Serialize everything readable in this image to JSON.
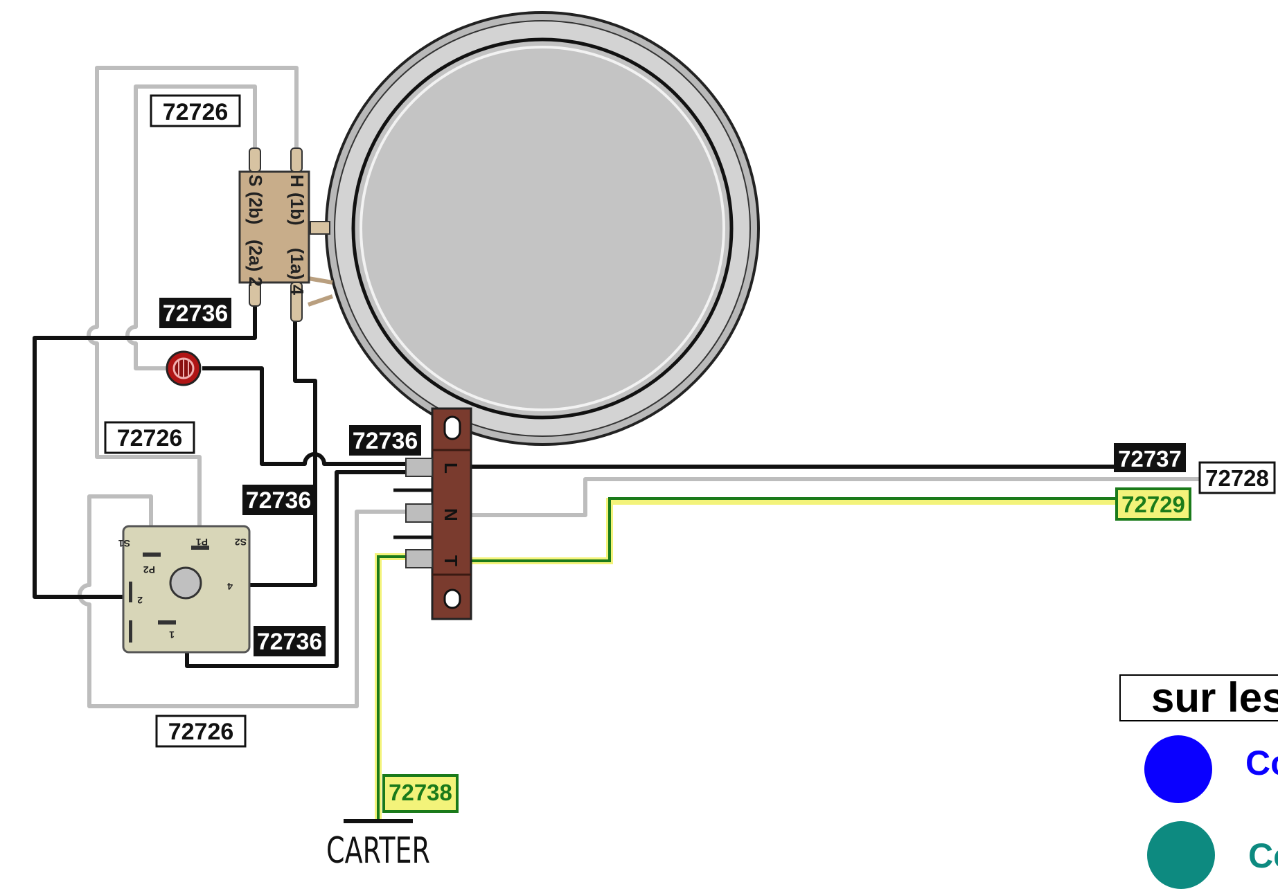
{
  "labels": {
    "ref_72726_top": "72726",
    "ref_72736_top": "72736",
    "ref_72726_mid": "72726",
    "ref_72736_left": "72736",
    "ref_72736_center": "72736",
    "ref_72736_bottom": "72736",
    "ref_72726_bottom": "72726",
    "ref_72737": "72737",
    "ref_72728": "72728",
    "ref_72729": "72729",
    "ref_72738": "72738",
    "carter": "CARTER"
  },
  "thermostat_pins": {
    "h": "H (1b)",
    "s": "S (2b)",
    "a4": "(1a) 4",
    "a2": "(2a) 2"
  },
  "terminal_block": {
    "l": "L",
    "n": "N",
    "t": "T"
  },
  "switch_pins": {
    "s1": "S1",
    "p1": "P1",
    "s2": "S2",
    "p2": "P2",
    "n2": "2",
    "n4": "4",
    "n1": "1"
  },
  "legend": {
    "title": "sur les",
    "item1": "Co",
    "item2": "Co"
  },
  "colors": {
    "black_wire": "#111111",
    "grey_wire": "#bdbdbd",
    "green_wire": "#1a7a1a",
    "yellow_wire": "#f3f37a",
    "terminal_brown": "#7a3b2e",
    "thermostat_tan": "#c8ad8a",
    "switch_beige": "#d8d6b8",
    "plate_grey": "#c4c4c4",
    "legend_blue": "#0a00ff",
    "legend_teal": "#0d8a80"
  }
}
